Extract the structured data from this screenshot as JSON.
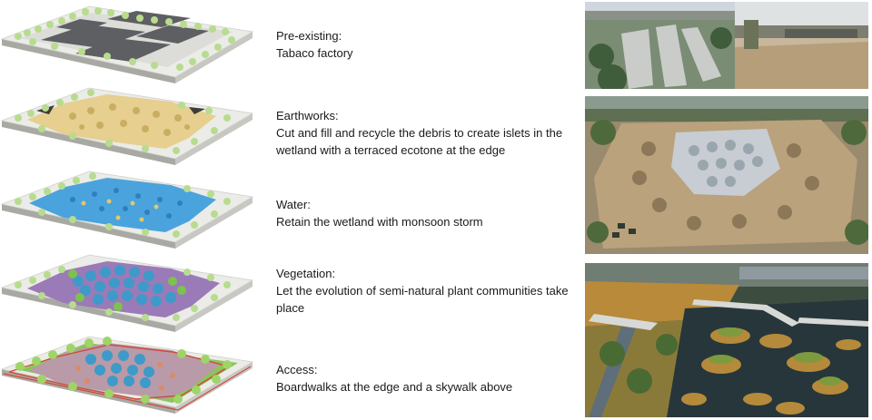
{
  "stages": [
    {
      "key": "pre-existing",
      "title": "Pre-existing:",
      "lines": [
        "Tabaco factory"
      ],
      "photo": "aerial-factory-and-lot-photo"
    },
    {
      "key": "earthworks",
      "title": "Earthworks:",
      "lines": [
        "Cut and fill and recycle the debris to create islets in the",
        "wetland  with a terraced ecotone at the edge"
      ],
      "photo": "aerial-earthworks-photo"
    },
    {
      "key": "water",
      "title": "Water:",
      "lines": [
        "Retain the wetland with monsoon storm"
      ],
      "photo": null
    },
    {
      "key": "vegetation",
      "title": "Vegetation:",
      "lines": [
        "Let the evolution of semi-natural plant communities take",
        "place"
      ],
      "photo": "aerial-wetland-skywalk-photo"
    },
    {
      "key": "access",
      "title": "Access:",
      "lines": [
        "Boardwalks at the edge  and a skywalk above"
      ],
      "photo": null
    }
  ],
  "colors": {
    "slab_top": "#e9e9e6",
    "slab_side": "#b9b9b4",
    "tree_green": "#8cc45a",
    "tree_blue": "#3e9ac9",
    "soil": "#e6cf8f",
    "water": "#4aa3dc",
    "purple": "#9b7ab8",
    "access_red": "#d04a3a"
  }
}
